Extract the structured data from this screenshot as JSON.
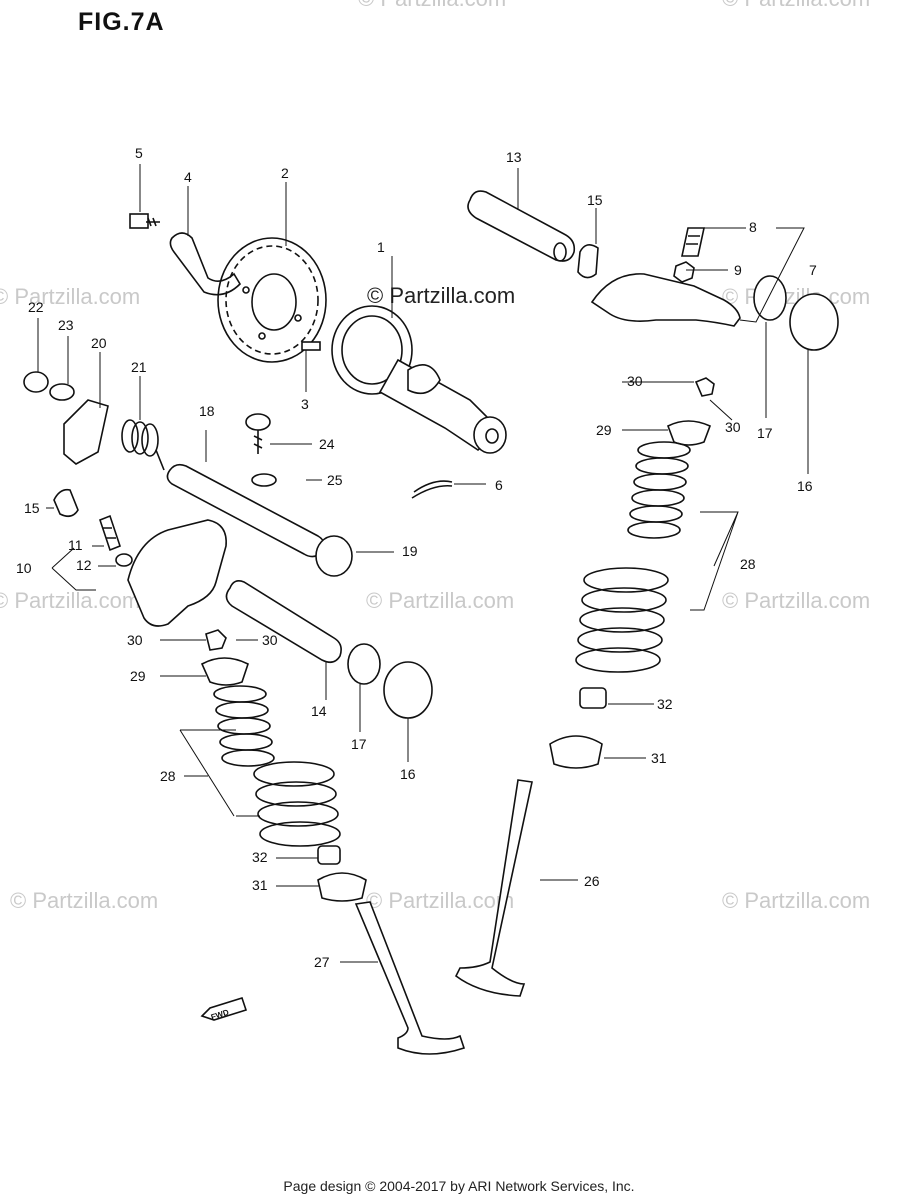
{
  "figure": {
    "title": "FIG.7A",
    "watermark": "© Partzilla.com",
    "footer": "Page design © 2004-2017 by ARI Network Services, Inc.",
    "fwd_label": "FWD"
  },
  "callouts": [
    "1",
    "2",
    "3",
    "4",
    "5",
    "6",
    "7",
    "8",
    "9",
    "10",
    "11",
    "12",
    "13",
    "14",
    "15",
    "15",
    "16",
    "16",
    "17",
    "17",
    "18",
    "19",
    "20",
    "21",
    "22",
    "23",
    "24",
    "25",
    "26",
    "27",
    "28",
    "28",
    "29",
    "29",
    "30",
    "30",
    "30",
    "30",
    "31",
    "31",
    "32",
    "32"
  ],
  "colors": {
    "ink": "#111111",
    "watermark": "#c9c9c9",
    "background": "#ffffff"
  }
}
